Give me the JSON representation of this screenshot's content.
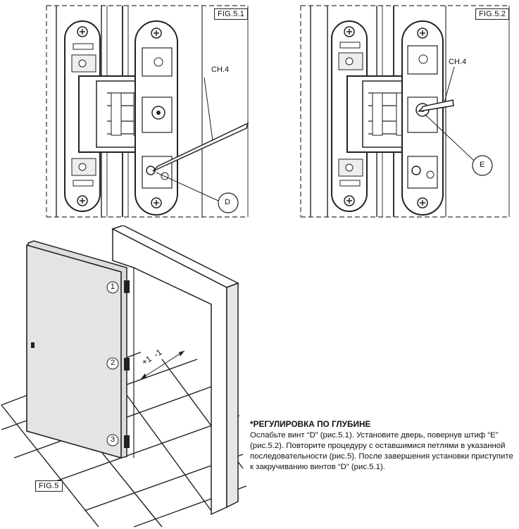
{
  "fig51": {
    "label": "FIG.5.1",
    "tool": "CH.4",
    "callout": "D"
  },
  "fig52": {
    "label": "FIG.5.2",
    "tool": "CH.4",
    "callout": "E"
  },
  "fig5": {
    "label": "FIG.5",
    "hinges": [
      "1",
      "2",
      "3"
    ],
    "adjust": "+1  -1"
  },
  "instructions": {
    "heading": "*РЕГУЛИРОВКА ПО ГЛУБИНЕ",
    "body": "Ослабьте винт “D” (рис.5.1). Установите дверь, повернув штиф “E” (рис.5.2). Повторите процедуру с оставшимися петлями в указанной последовательности (рис.5). После завершения установки приступите к закручиванию винтов “D” (рис.5.1)."
  }
}
